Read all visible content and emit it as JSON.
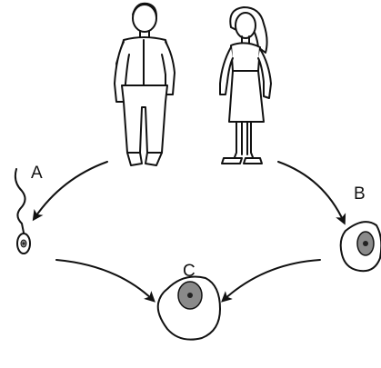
{
  "labels": {
    "a": "A",
    "b": "B",
    "c": "C"
  },
  "colors": {
    "ink": "#111111",
    "nucleus_fill": "#8a8a8a",
    "nucleus_dot": "#222222"
  },
  "icons": [
    "man-figure",
    "woman-figure",
    "sperm-cell",
    "egg-cell",
    "zygote-cell"
  ]
}
